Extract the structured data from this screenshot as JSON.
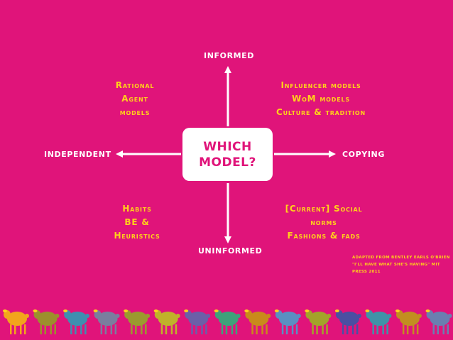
{
  "axes": {
    "top": "informed",
    "bottom": "uninformed",
    "left": "independent",
    "right": "copying"
  },
  "center": {
    "line1": "Which",
    "line2": "model?"
  },
  "quadrants": {
    "top_left": [
      "Rational",
      "Agent",
      "models"
    ],
    "top_right": [
      "Influencer models",
      "WoM models",
      "Culture & tradition"
    ],
    "bottom_left": [
      "Habits",
      "BE &",
      "Heuristics"
    ],
    "bottom_right": [
      "[Current] Social",
      "norms",
      "Fashions & fads"
    ]
  },
  "credit": [
    "Adapted from Bentley Earls O'Brien",
    "\"I'll have what she's having\" MIT",
    "Press 2011"
  ],
  "colors": {
    "background": "#e0147a",
    "quadrant_text": "#ffd21a",
    "axis_text": "#ffffff",
    "sheep": [
      "#f2a51c",
      "#9c8f2c",
      "#3e8fb0",
      "#7a7e9e",
      "#9b9a2e",
      "#c0b22a",
      "#6b5fa8",
      "#3fa27a",
      "#c98a1b",
      "#5a8fc2",
      "#a3a32a",
      "#4a4fa2",
      "#3f93a8",
      "#c28e20",
      "#6a7fb0"
    ]
  }
}
